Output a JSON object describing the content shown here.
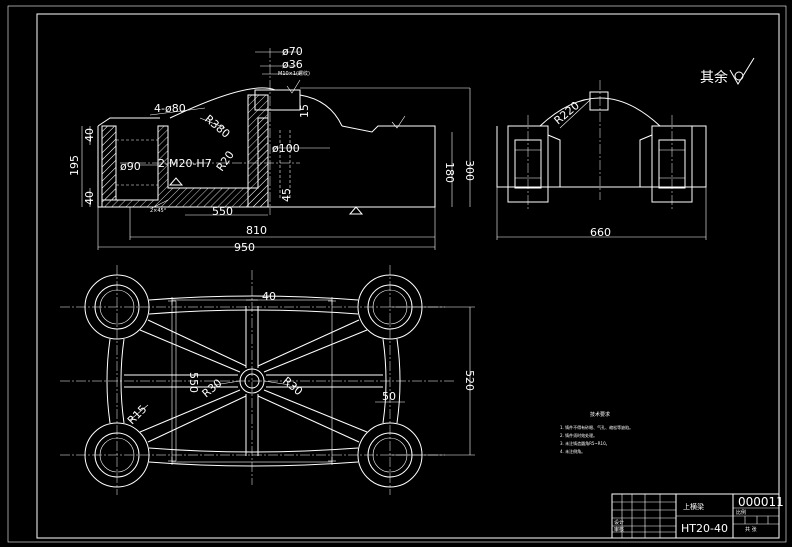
{
  "front_view": {
    "dim_phi70": "ø70",
    "dim_phi36": "ø36",
    "dim_small_thread": "M10×1(螺纹)",
    "dim_holes": "4-ø80",
    "dim_r380": "R380",
    "dim_15": "15",
    "dim_40_top": "40",
    "dim_195": "195",
    "dim_40_bottom": "40",
    "dim_phi90": "ø90",
    "dim_thread": "2-M20-H7",
    "dim_r20": "R20",
    "dim_phi100": "ø100",
    "dim_45": "45",
    "dim_300": "300",
    "dim_180": "180",
    "dim_550": "550",
    "dim_810": "810",
    "dim_950": "950",
    "dim_chamfer": "2×45°"
  },
  "side_view": {
    "dim_r220": "R220",
    "dim_660": "660",
    "surface_note": "其余"
  },
  "top_view": {
    "dim_40": "40",
    "dim_550": "550",
    "dim_r30_left": "R30",
    "dim_r30_right": "R30",
    "dim_50": "50",
    "dim_520": "520",
    "dim_r15": "R15"
  },
  "tech_requirements": {
    "title": "技术要求",
    "items": [
      "1. 铸件不得有砂眼、气孔、缩松等缺陷。",
      "2. 铸件须时效处理。",
      "3. 未注铸造圆角R5~R10。",
      "4. 未注倒角。"
    ]
  },
  "title_block": {
    "drawing_number": "000011",
    "part_name": "上横梁",
    "material": "HT20-40",
    "scale_label": "比例",
    "sheet_label": "共 张",
    "drawn_label": "设计",
    "check_label": "审核"
  }
}
